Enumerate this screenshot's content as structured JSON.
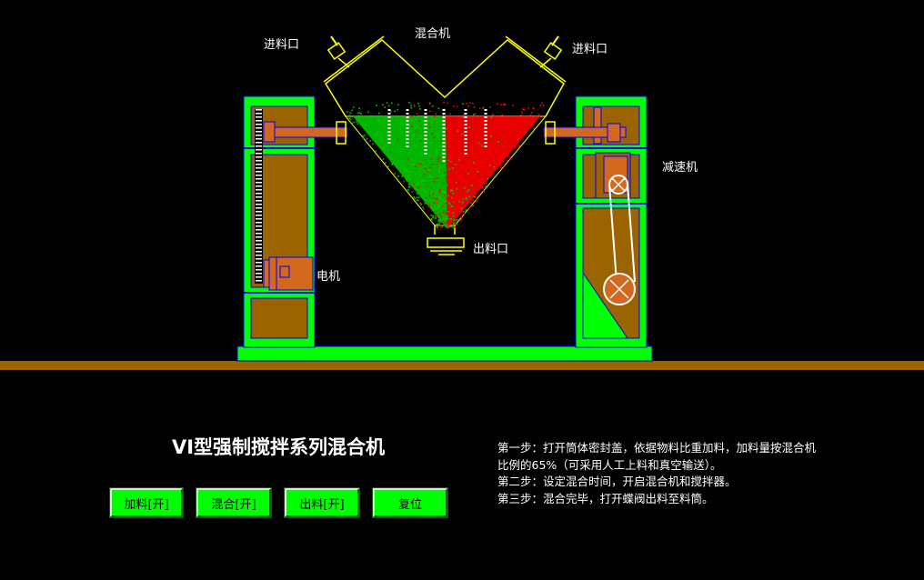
{
  "labels": {
    "mixer": "混合机",
    "inlet_left": "进料口",
    "inlet_right": "进料口",
    "reducer": "减速机",
    "outlet": "出料口",
    "motor": "电机"
  },
  "title": "VI型强制搅拌系列混合机",
  "buttons": {
    "feed": "加料[开]",
    "mix": "混合[开]",
    "discharge": "出料[开]",
    "reset": "复位"
  },
  "steps": [
    "第一步：打开筒体密封盖，依据物料比重加料，加料量按混合机",
    "比例的65%（可采用人工上料和真空输送）。",
    "第二步：设定混合时间，开启混合机和搅拌器。",
    "第三步：混合完毕，打开蝶阀出料至料筒。"
  ],
  "colors": {
    "background": "#000000",
    "frame": "#00ff00",
    "panel": "#9b6400",
    "shaft": "#d2691e",
    "vessel_outline": "#ffff00",
    "material_green": "#00c800",
    "material_red": "#ff0000",
    "floor": "#9b6400",
    "button": "#00ff00"
  }
}
